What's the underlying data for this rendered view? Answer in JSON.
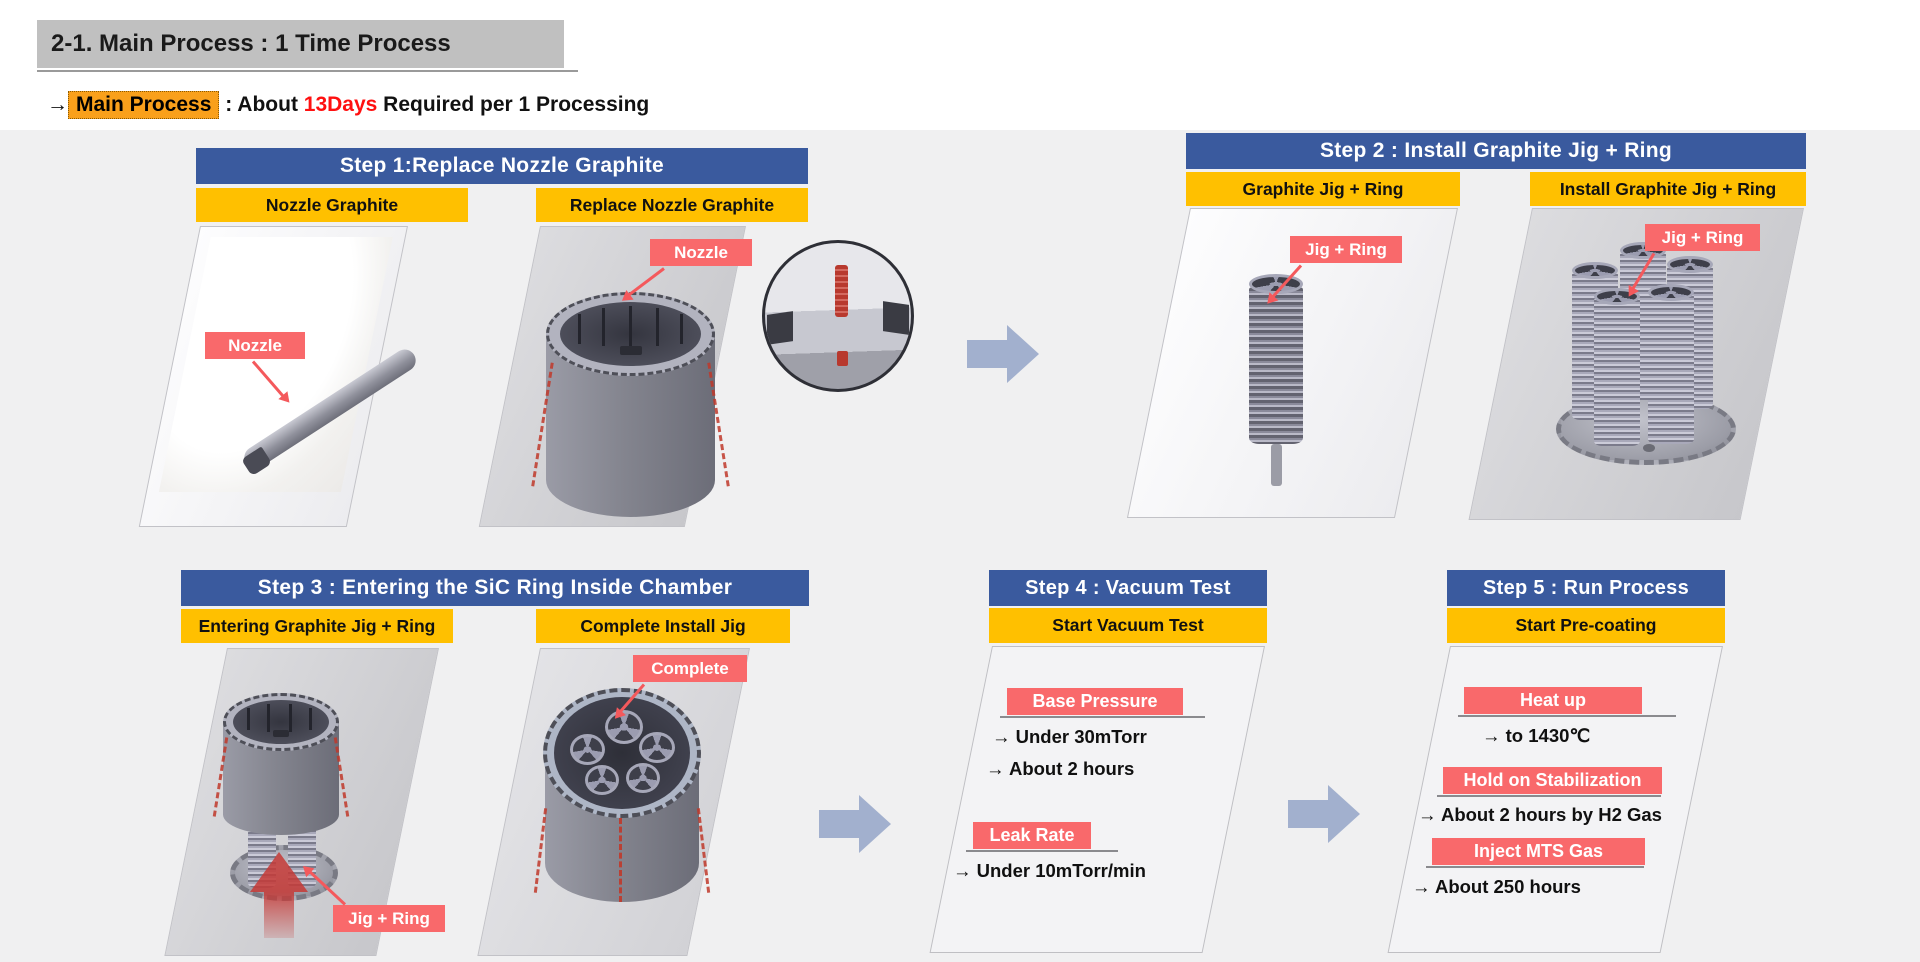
{
  "title": "2-1. Main Process : 1 Time Process",
  "subtitle": {
    "arrow": "→",
    "highlight": "Main Process",
    "mid": " : About ",
    "days": "13Days",
    "rest": " Required per 1 Processing"
  },
  "colors": {
    "header_blue": "#3A5A9E",
    "subheader_yellow": "#FFC000",
    "callout_red": "#F9696B",
    "flow_arrow_blue": "#A2B0CE",
    "highlight_orange": "#F9A01B",
    "days_red": "#FF1010"
  },
  "steps": [
    {
      "header": "Step 1:Replace Nozzle Graphite",
      "panels": [
        {
          "title": "Nozzle Graphite",
          "callout": "Nozzle"
        },
        {
          "title": "Replace Nozzle Graphite",
          "callout": "Nozzle"
        }
      ]
    },
    {
      "header": "Step 2 : Install Graphite Jig + Ring",
      "panels": [
        {
          "title": "Graphite Jig + Ring",
          "callout": "Jig + Ring"
        },
        {
          "title": "Install Graphite Jig + Ring",
          "callout": "Jig + Ring"
        }
      ]
    },
    {
      "header": "Step 3 : Entering the SiC Ring Inside Chamber",
      "panels": [
        {
          "title": "Entering Graphite Jig + Ring",
          "callout": "Jig + Ring"
        },
        {
          "title": "Complete Install Jig",
          "callout": "Complete"
        }
      ]
    },
    {
      "header": "Step 4 : Vacuum Test",
      "subtitle": "Start Vacuum Test",
      "sections": [
        {
          "label": "Base Pressure",
          "lines": [
            "→ Under 30mTorr",
            "→ About 2 hours"
          ]
        },
        {
          "label": "Leak Rate",
          "lines": [
            "→ Under 10mTorr/min"
          ]
        }
      ]
    },
    {
      "header": "Step 5 : Run Process",
      "subtitle": "Start Pre-coating",
      "sections": [
        {
          "label": "Heat up",
          "lines": [
            "→ to 1430℃"
          ]
        },
        {
          "label": "Hold on Stabilization",
          "lines": [
            "→ About 2 hours by H2 Gas"
          ]
        },
        {
          "label": "Inject MTS Gas",
          "lines": [
            "→ About 250 hours"
          ]
        }
      ]
    }
  ]
}
